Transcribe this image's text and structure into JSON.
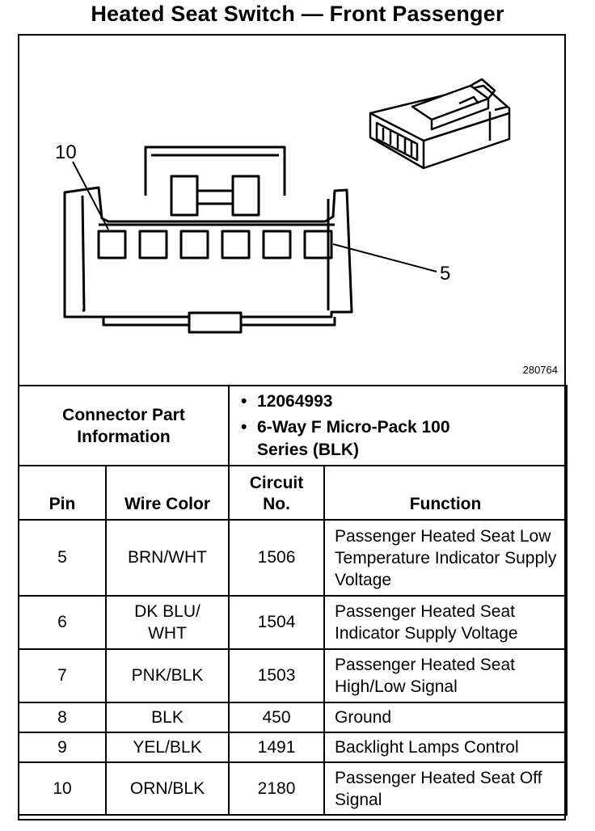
{
  "title": "Heated Seat Switch — Front Passenger",
  "diagram": {
    "ref_number": "280764",
    "pin_label_left": "10",
    "pin_label_right": "5"
  },
  "connector_info": {
    "label": "Connector Part Information",
    "items": [
      "12064993",
      "6-Way F Micro-Pack 100 Series (BLK)"
    ]
  },
  "table": {
    "headers": {
      "pin": "Pin",
      "wire_color": "Wire Color",
      "circuit": "Circuit No.",
      "function": "Function"
    },
    "rows": [
      {
        "pin": "5",
        "wire": "BRN/WHT",
        "circuit": "1506",
        "function": "Passenger Heated Seat Low Temperature Indicator Supply Voltage"
      },
      {
        "pin": "6",
        "wire": "DK BLU/ WHT",
        "circuit": "1504",
        "function": "Passenger Heated Seat Indicator Supply Voltage"
      },
      {
        "pin": "7",
        "wire": "PNK/BLK",
        "circuit": "1503",
        "function": "Passenger Heated Seat High/Low Signal"
      },
      {
        "pin": "8",
        "wire": "BLK",
        "circuit": "450",
        "function": "Ground"
      },
      {
        "pin": "9",
        "wire": "YEL/BLK",
        "circuit": "1491",
        "function": "Backlight Lamps Control"
      },
      {
        "pin": "10",
        "wire": "ORN/BLK",
        "circuit": "2180",
        "function": "Passenger Heated Seat Off Signal"
      }
    ]
  }
}
